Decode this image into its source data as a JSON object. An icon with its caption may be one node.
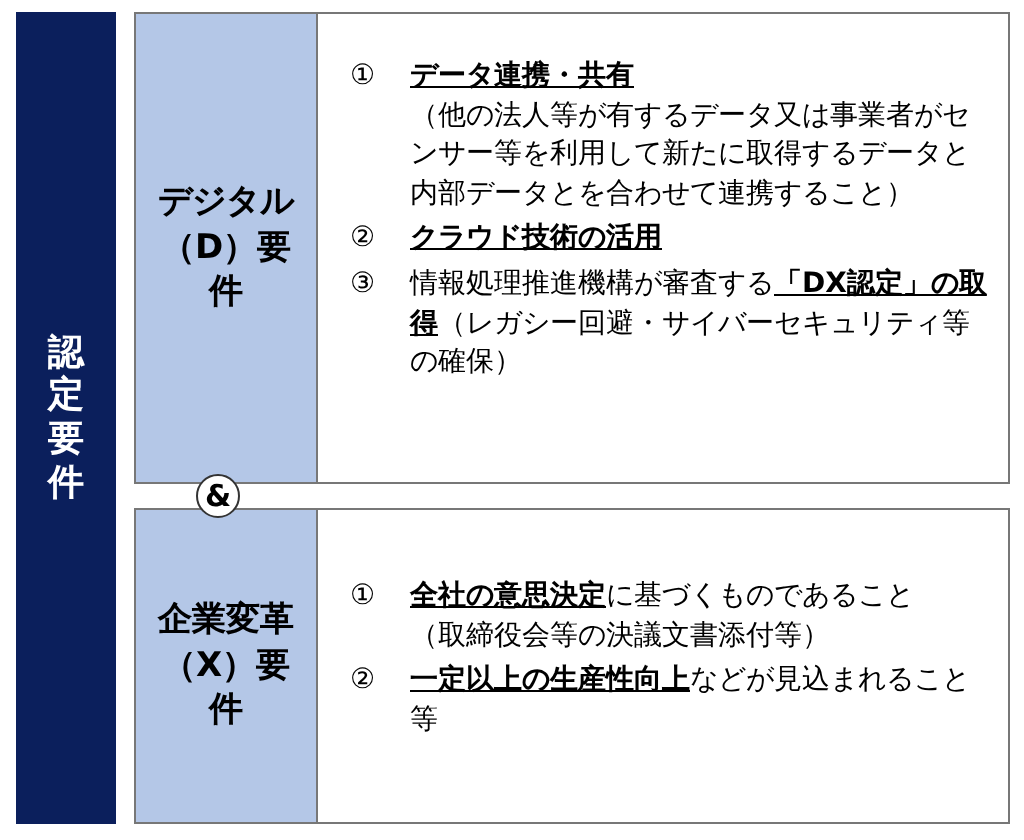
{
  "diagram": {
    "nodes": [
      {
        "text": [
          "認定要件"
        ]
      },
      {
        "text": [
          "デジタル（D）要件"
        ]
      },
      {
        "text": [
          "①",
          "データ連携・共有",
          "（他の法人等が有するデータ又は事業者がセンサー等を利用して新たに取得するデータと内部データとを合わせて連携すること）",
          "②",
          "クラウド技術の活用",
          "③",
          "情報処理推進機構が審査する**「DX認定」の取得**（レガシー回避・サイバーセキュリティ等の確保）"
        ]
      },
      {
        "text": [
          "&"
        ]
      },
      {
        "text": [
          "企業変革（X）要件"
        ]
      },
      {
        "text": [
          "①",
          "**全社の意思決定**に基づくものであること",
          "（取締役会等の決議文書添付等）",
          "②",
          "**一定以上の生産性向上**などが見込まれること等"
        ]
      }
    ]
  }
}
